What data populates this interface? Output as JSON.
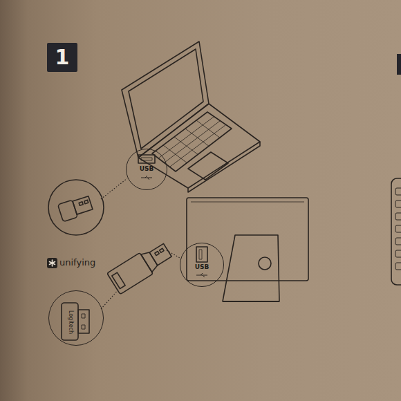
{
  "diagram": {
    "nodes": [
      {
        "text": [
          "1"
        ]
      },
      {
        "text": [
          "USB"
        ]
      },
      {
        "text": [
          "USB"
        ]
      },
      {
        "text": [
          "Logitech"
        ]
      }
    ],
    "labels": [
      "unifying"
    ]
  }
}
